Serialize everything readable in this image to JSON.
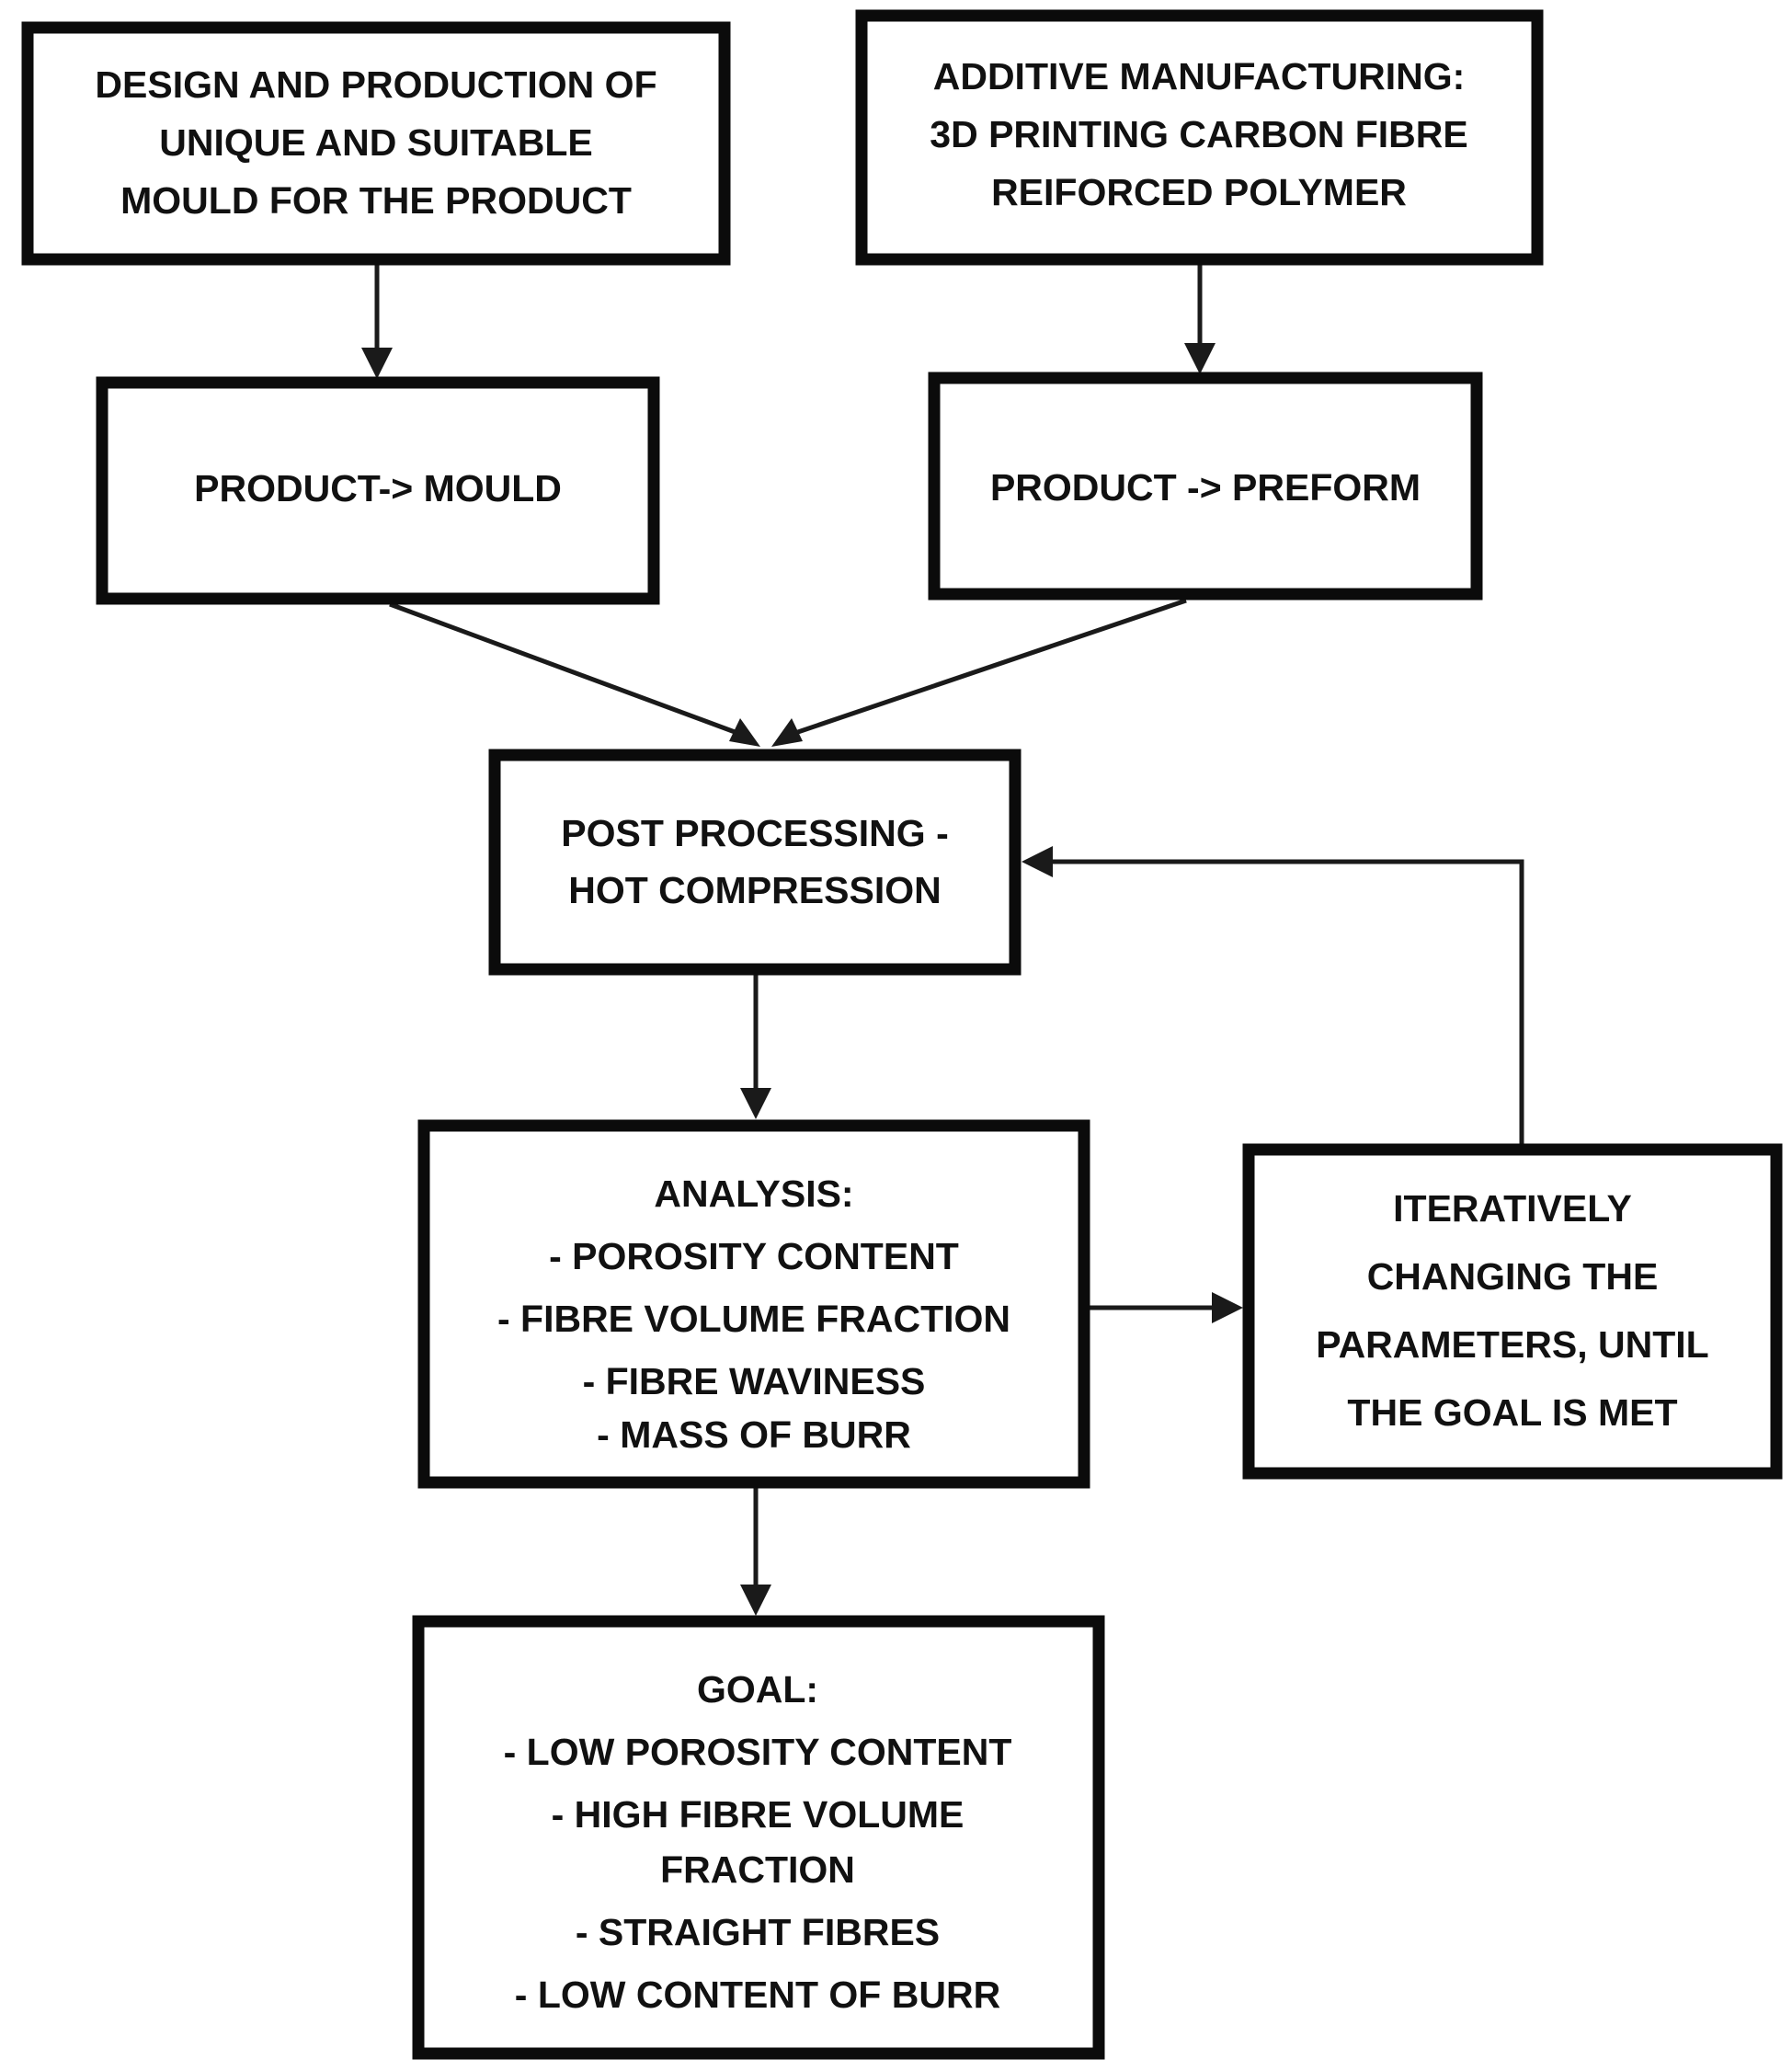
{
  "diagram": {
    "title": "Process flowchart for 3D printed carbon fibre reinforced polymer post processing",
    "background_color": "#ffffff",
    "line_color": "#1a1a1a",
    "box_border_color": "#0b0b0b",
    "text_color": "#111111",
    "nodes": [
      {
        "id": "design-mould",
        "lines": [
          "DESIGN AND PRODUCTION OF",
          "UNIQUE AND SUITABLE",
          "MOULD FOR THE PRODUCT"
        ]
      },
      {
        "id": "additive-manufacturing",
        "lines": [
          "ADDITIVE MANUFACTURING:",
          "3D PRINTING CARBON FIBRE",
          "REIFORCED POLYMER"
        ]
      },
      {
        "id": "product-mould",
        "lines": [
          "PRODUCT-> MOULD"
        ]
      },
      {
        "id": "product-preform",
        "lines": [
          "PRODUCT -> PREFORM"
        ]
      },
      {
        "id": "post-processing",
        "lines": [
          "POST PROCESSING -",
          "HOT COMPRESSION"
        ]
      },
      {
        "id": "analysis",
        "lines": [
          "ANALYSIS:",
          "- POROSITY CONTENT",
          "- FIBRE VOLUME FRACTION",
          "- FIBRE WAVINESS",
          "- MASS OF BURR"
        ]
      },
      {
        "id": "iterative-parameters",
        "lines": [
          "ITERATIVELY",
          "CHANGING THE",
          "PARAMETERS, UNTIL",
          "THE GOAL IS MET"
        ]
      },
      {
        "id": "goal",
        "lines": [
          "GOAL:",
          "- LOW POROSITY CONTENT",
          "- HIGH FIBRE VOLUME",
          "FRACTION",
          "- STRAIGHT FIBRES",
          "- LOW CONTENT OF BURR"
        ]
      }
    ],
    "edges": [
      {
        "id": "design-to-mould",
        "from": "design-mould",
        "to": "product-mould"
      },
      {
        "id": "am-to-preform",
        "from": "additive-manufacturing",
        "to": "product-preform"
      },
      {
        "id": "mould-to-post",
        "from": "product-mould",
        "to": "post-processing"
      },
      {
        "id": "preform-to-post",
        "from": "product-preform",
        "to": "post-processing"
      },
      {
        "id": "post-to-analysis",
        "from": "post-processing",
        "to": "analysis"
      },
      {
        "id": "analysis-to-iterative",
        "from": "analysis",
        "to": "iterative-parameters"
      },
      {
        "id": "iterative-to-post",
        "from": "iterative-parameters",
        "to": "post-processing"
      },
      {
        "id": "analysis-to-goal",
        "from": "analysis",
        "to": "goal"
      }
    ]
  }
}
